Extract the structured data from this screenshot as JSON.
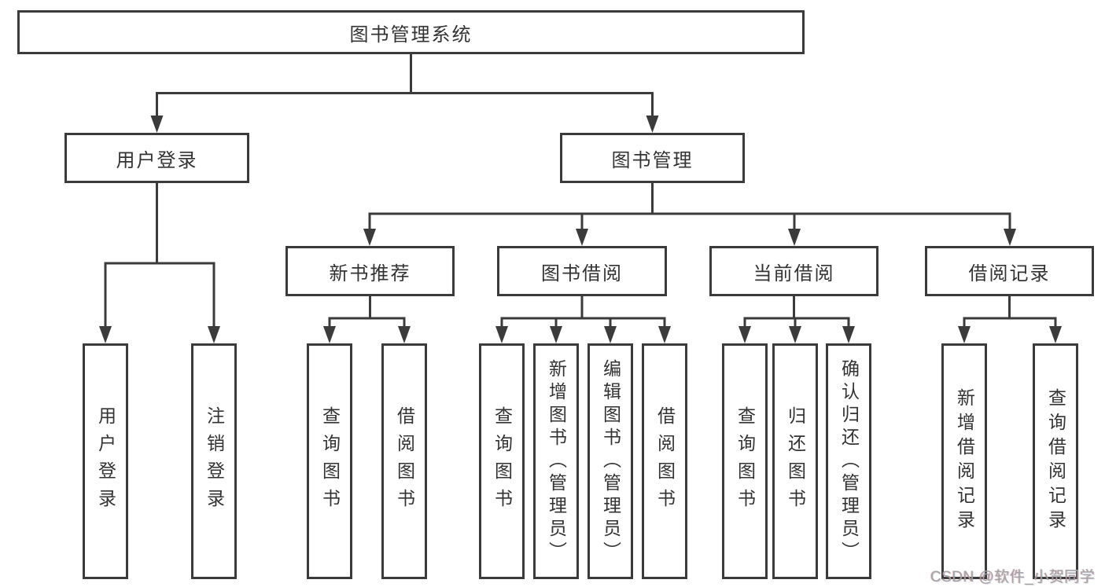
{
  "tree": {
    "root_label": "图书管理系统",
    "user_login": {
      "label": "用户登录",
      "leaves": [
        "用户登录",
        "注销登录"
      ]
    },
    "book_management": {
      "label": "图书管理",
      "groups": [
        {
          "label": "新书推荐",
          "leaves": [
            "查询图书",
            "借阅图书"
          ]
        },
        {
          "label": "图书借阅",
          "leaves": [
            "查询图书",
            "新增图书（管理员）",
            "编辑图书（管理员）",
            "借阅图书"
          ]
        },
        {
          "label": "当前借阅",
          "leaves": [
            "查询图书",
            "归还图书",
            "确认归还（管理员）"
          ]
        },
        {
          "label": "借阅记录",
          "leaves": [
            "新增借阅记录",
            "查询借阅记录"
          ]
        }
      ]
    }
  },
  "watermark": {
    "text": "CSDN @软件_小贺同学"
  },
  "colors": {
    "line": "#3b3b3b",
    "box_border": "#3b3b3b",
    "text": "#333333",
    "background": "#ffffff",
    "watermark_text": "#a2a2a2"
  }
}
